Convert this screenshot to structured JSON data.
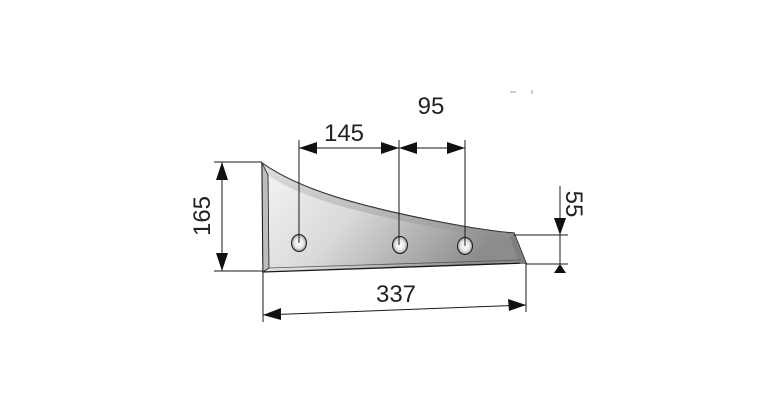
{
  "dimensions": {
    "width_hole_spacing_1": "145",
    "width_hole_spacing_2": "95",
    "height_heel": "165",
    "height_tip": "55",
    "overall_length": "337"
  },
  "colors": {
    "blade_light": "#f4f4f4",
    "blade_dark": "#8a8a8a",
    "outline": "#1a1a1a",
    "dimension": "#111111"
  }
}
